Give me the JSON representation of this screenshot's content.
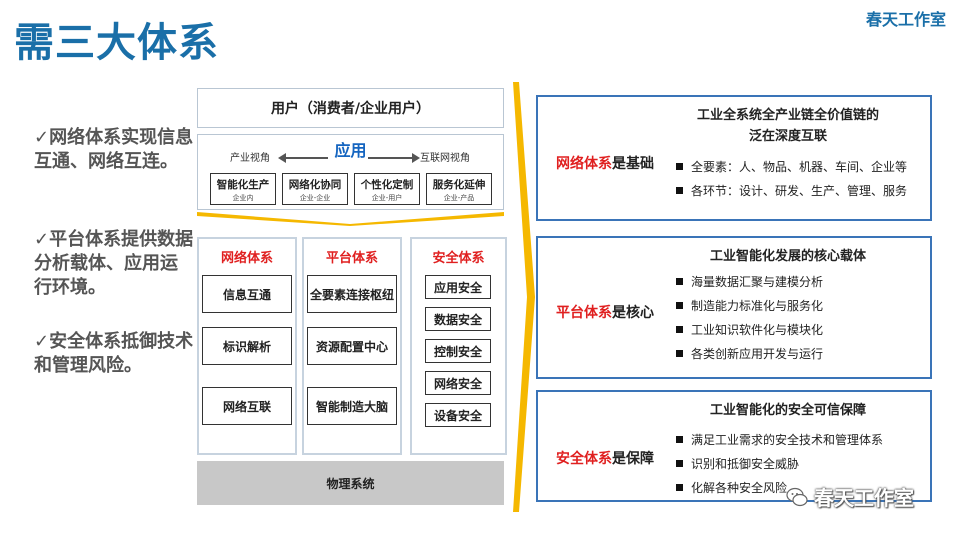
{
  "title": "需三大体系",
  "brand": "春天工作室",
  "bullets": [
    {
      "check": "✓",
      "text": "网络体系实现信息互通、网络互连。"
    },
    {
      "check": "✓",
      "text": "平台体系提供数据分析载体、应用运行环境。"
    },
    {
      "check": "✓",
      "text": "安全体系抵御技术和管理风险。"
    }
  ],
  "diagram": {
    "user_box": "用户（消费者/企业用户）",
    "app": {
      "title": "应用",
      "left_view": "产业视角",
      "right_view": "互联网视角",
      "items": [
        {
          "main": "智能化生产",
          "sub": "企业内"
        },
        {
          "main": "网络化协同",
          "sub": "企业-企业"
        },
        {
          "main": "个性化定制",
          "sub": "企业-用户"
        },
        {
          "main": "服务化延伸",
          "sub": "企业-产品"
        }
      ]
    },
    "columns": [
      {
        "title": "网络体系",
        "items": [
          "信息互通",
          "标识解析",
          "网络互联"
        ]
      },
      {
        "title": "平台体系",
        "items": [
          "全要素连接枢纽",
          "资源配置中心",
          "智能制造大脑"
        ]
      },
      {
        "title": "安全体系",
        "items": [
          "应用安全",
          "数据安全",
          "控制安全",
          "网络安全",
          "设备安全"
        ]
      }
    ],
    "physical": "物理系统"
  },
  "right_panels": [
    {
      "label_red": "网络体系",
      "label_rest": "是基础",
      "heading": [
        "工业全系统全产业链全价值链的",
        "泛在深度互联"
      ],
      "items": [
        "全要素：人、物品、机器、车间、企业等",
        "各环节：设计、研发、生产、管理、服务"
      ]
    },
    {
      "label_red": "平台体系",
      "label_rest": "是核心",
      "heading": [
        "工业智能化发展的核心载体"
      ],
      "items": [
        "海量数据汇聚与建模分析",
        "制造能力标准化与服务化",
        "工业知识软件化与模块化",
        "各类创新应用开发与运行"
      ]
    },
    {
      "label_red": "安全体系",
      "label_rest": "是保障",
      "heading": [
        "工业智能化的安全可信保障"
      ],
      "items": [
        "满足工业需求的安全技术和管理体系",
        "识别和抵御安全威胁",
        "化解各种安全风险"
      ]
    }
  ],
  "watermark": "春天工作室",
  "colors": {
    "title": "#1a6fa8",
    "accent_red": "#e02020",
    "panel_border": "#3a74b8",
    "separator": "#f5b800",
    "physical": "#c8c8c8"
  }
}
